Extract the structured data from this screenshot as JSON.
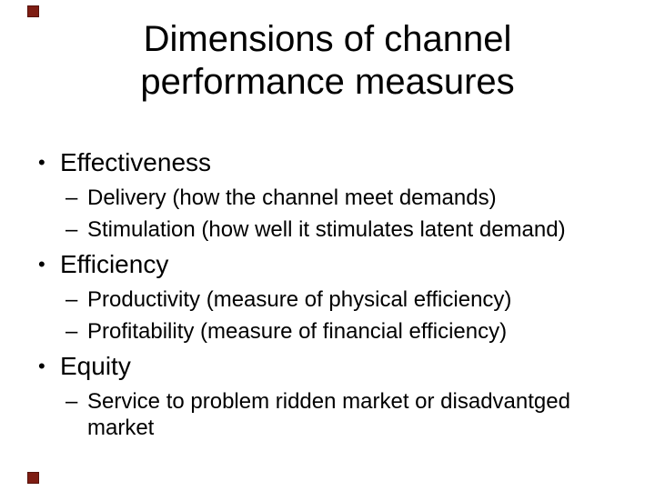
{
  "slide": {
    "title": "Dimensions of channel performance measures",
    "bullet_marker": "•",
    "sub_marker": "–",
    "accent_color": "#7e1d13",
    "text_color": "#000000",
    "background_color": "#ffffff",
    "sections": [
      {
        "label": "Effectiveness",
        "items": [
          "Delivery (how the channel meet demands)",
          "Stimulation (how well it stimulates latent demand)"
        ]
      },
      {
        "label": "Efficiency",
        "items": [
          "Productivity (measure of physical efficiency)",
          "Profitability (measure of financial efficiency)"
        ]
      },
      {
        "label": "Equity",
        "items": [
          "Service to problem ridden market or disadvantged market"
        ]
      }
    ]
  }
}
